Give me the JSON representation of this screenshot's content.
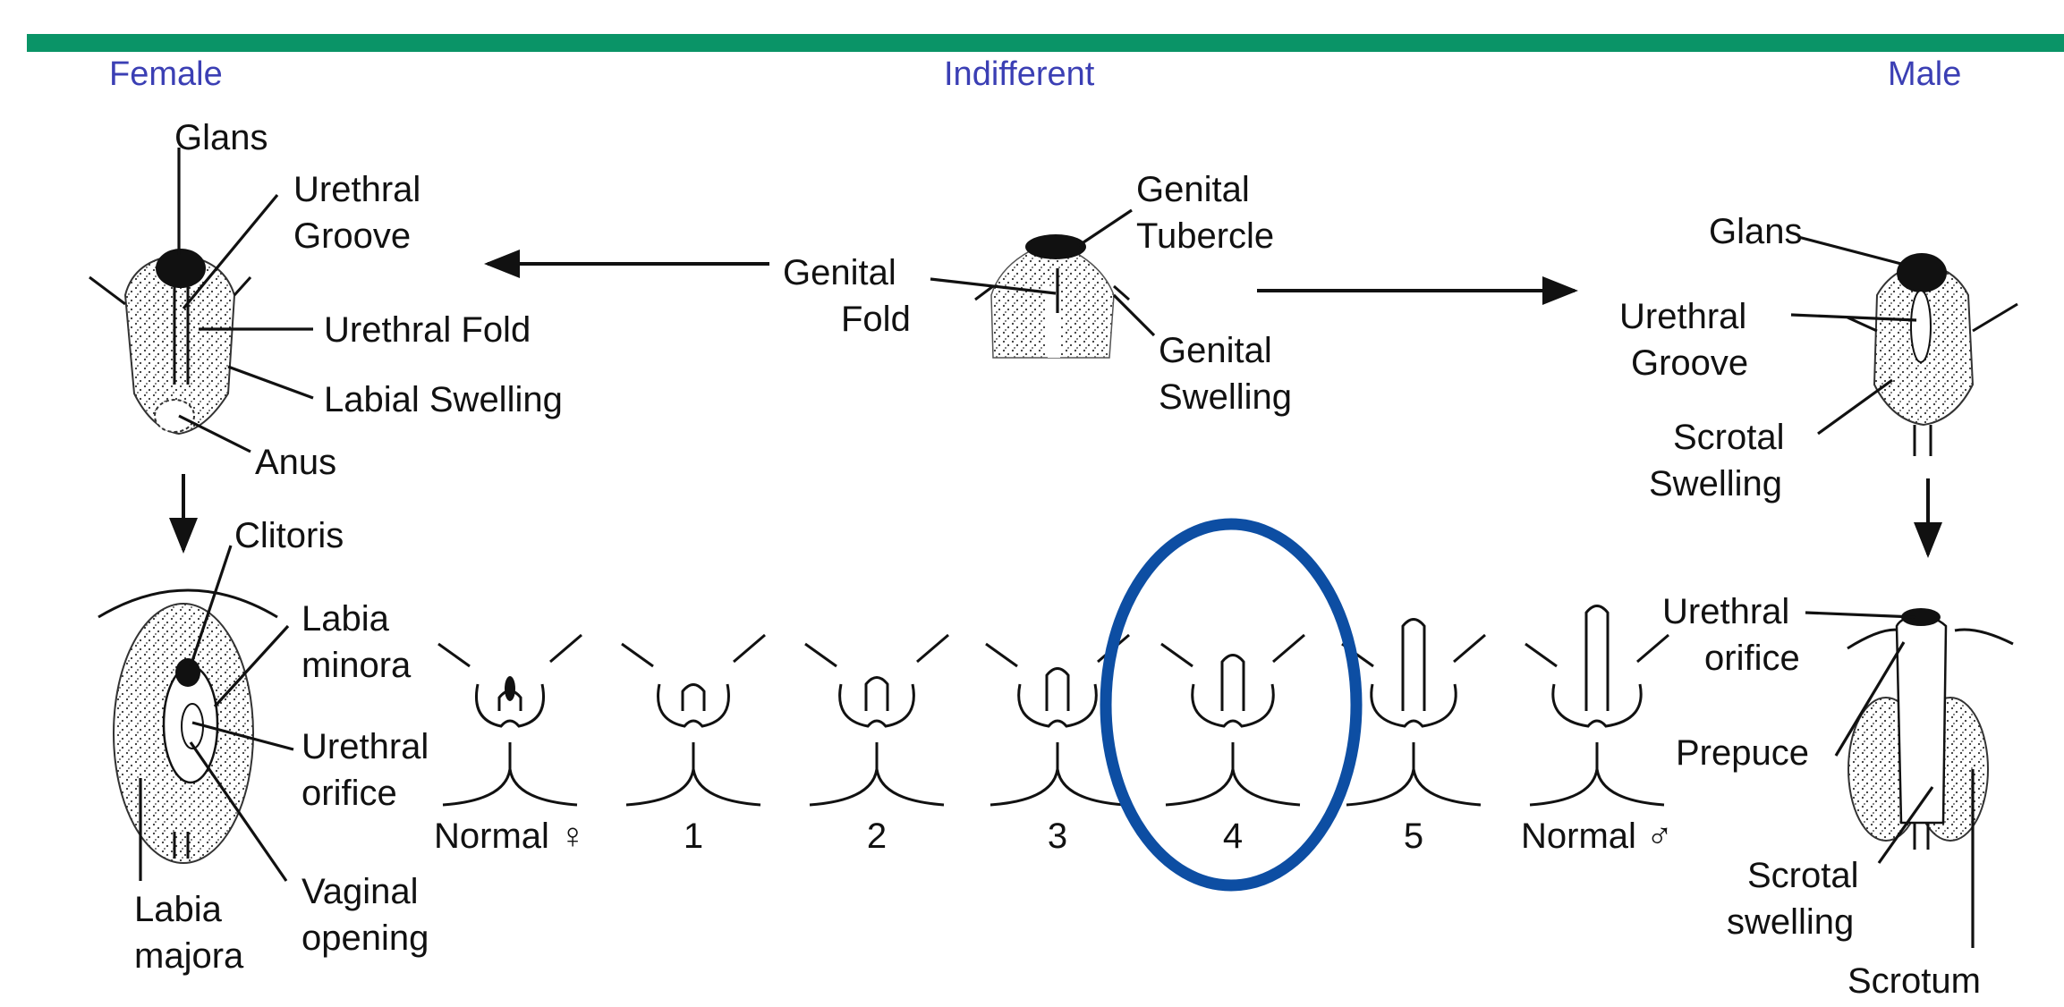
{
  "colors": {
    "top_bar": "#0a9467",
    "header_text": "#3b3fb4",
    "circle": "#0d4ea3",
    "ink": "#111111"
  },
  "headers": {
    "female": "Female",
    "indifferent": "Indifferent",
    "male": "Male"
  },
  "indifferent": {
    "glans_label_a": "Genital",
    "glans_label_b": "Tubercle",
    "fold_label_a": "Genital",
    "fold_label_b": "Fold",
    "swelling_label_a": "Genital",
    "swelling_label_b": "Swelling"
  },
  "female_upper": {
    "glans": "Glans",
    "groove_a": "Urethral",
    "groove_b": "Groove",
    "fold": "Urethral Fold",
    "labial": "Labial Swelling",
    "anus": "Anus"
  },
  "female_lower": {
    "clitoris": "Clitoris",
    "minora_a": "Labia",
    "minora_b": "minora",
    "orifice_a": "Urethral",
    "orifice_b": "orifice",
    "vaginal_a": "Vaginal",
    "vaginal_b": "opening",
    "majora_a": "Labia",
    "majora_b": "majora"
  },
  "male_upper": {
    "glans": "Glans",
    "groove_a": "Urethral",
    "groove_b": "Groove",
    "scrotal_a": "Scrotal",
    "scrotal_b": "Swelling"
  },
  "male_lower": {
    "orifice_a": "Urethral",
    "orifice_b": "orifice",
    "prepuce": "Prepuce",
    "scrotal_a": "Scrotal",
    "scrotal_b": "swelling",
    "scrotum": "Scrotum"
  },
  "stages": [
    {
      "label": "Normal",
      "symbol": "♀"
    },
    {
      "label": "1"
    },
    {
      "label": "2"
    },
    {
      "label": "3"
    },
    {
      "label": "4"
    },
    {
      "label": "5"
    },
    {
      "label": "Normal",
      "symbol": "♂"
    }
  ],
  "highlighted_stage": "4"
}
